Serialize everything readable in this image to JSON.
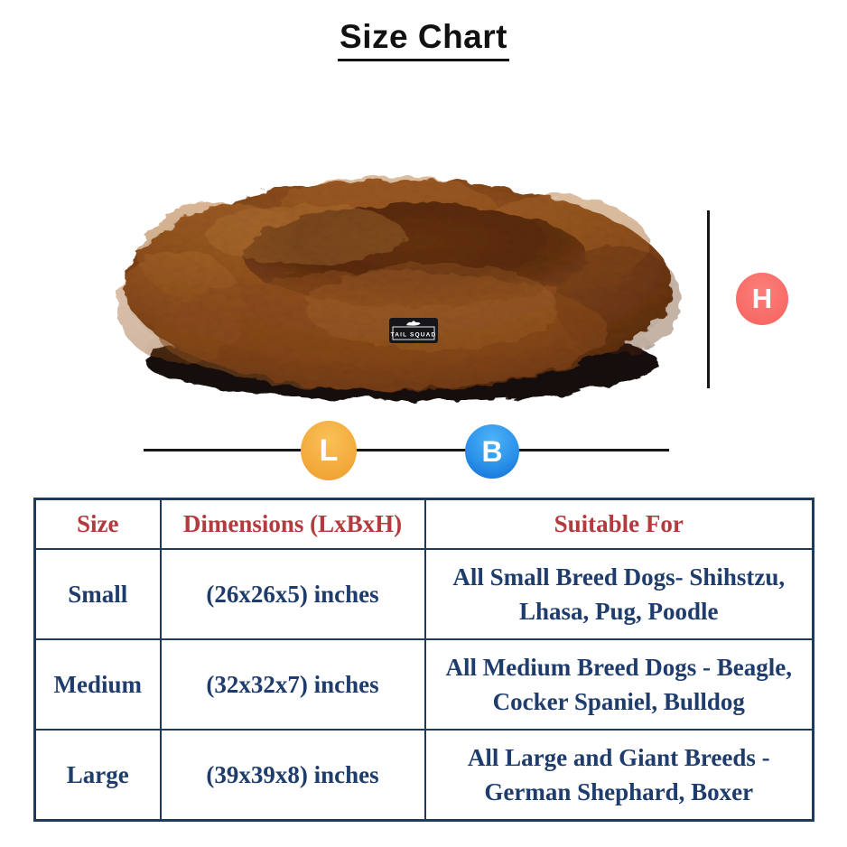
{
  "title": "Size Chart",
  "product": {
    "brand": "TAIL SQUAD",
    "description": "brown plush donut pet bed"
  },
  "dimension_markers": {
    "height_label": "H",
    "length_label": "L",
    "breadth_label": "B"
  },
  "size_table": {
    "headers": {
      "size": "Size",
      "dimensions": "Dimensions (LxBxH)",
      "suitable": "Suitable For"
    },
    "rows": [
      {
        "size": "Small",
        "dimensions": "(26x26x5) inches",
        "suitable": "All Small Breed Dogs- Shihstzu, Lhasa, Pug, Poodle"
      },
      {
        "size": "Medium",
        "dimensions": "(32x32x7) inches",
        "suitable": "All Medium Breed Dogs - Beagle, Cocker Spaniel, Bulldog"
      },
      {
        "size": "Large",
        "dimensions": "(39x39x8) inches",
        "suitable": "All Large and Giant Breeds - German Shephard, Boxer"
      }
    ]
  },
  "colors": {
    "height_badge": "#f86a66",
    "length_badge": "#f3ab3d",
    "breadth_badge": "#2b92ea",
    "table_border": "#1e3a5f",
    "header_text": "#b23b3e",
    "body_text": "#1e3c6c",
    "line": "#161616",
    "bed_fur": "#8a4a1b"
  }
}
